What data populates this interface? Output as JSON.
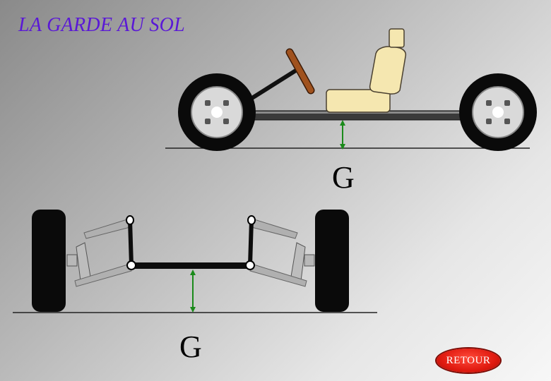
{
  "title": "LA GARDE AU SOL",
  "labels": {
    "side_view": "G",
    "front_view": "G"
  },
  "buttons": {
    "retour": "RETOUR"
  },
  "colors": {
    "title": "#5a18d6",
    "arrow": "#1a8a1a",
    "seat": "#f5e7b0",
    "steering_wheel": "#a0521e",
    "retour_button": "#e01a10"
  }
}
